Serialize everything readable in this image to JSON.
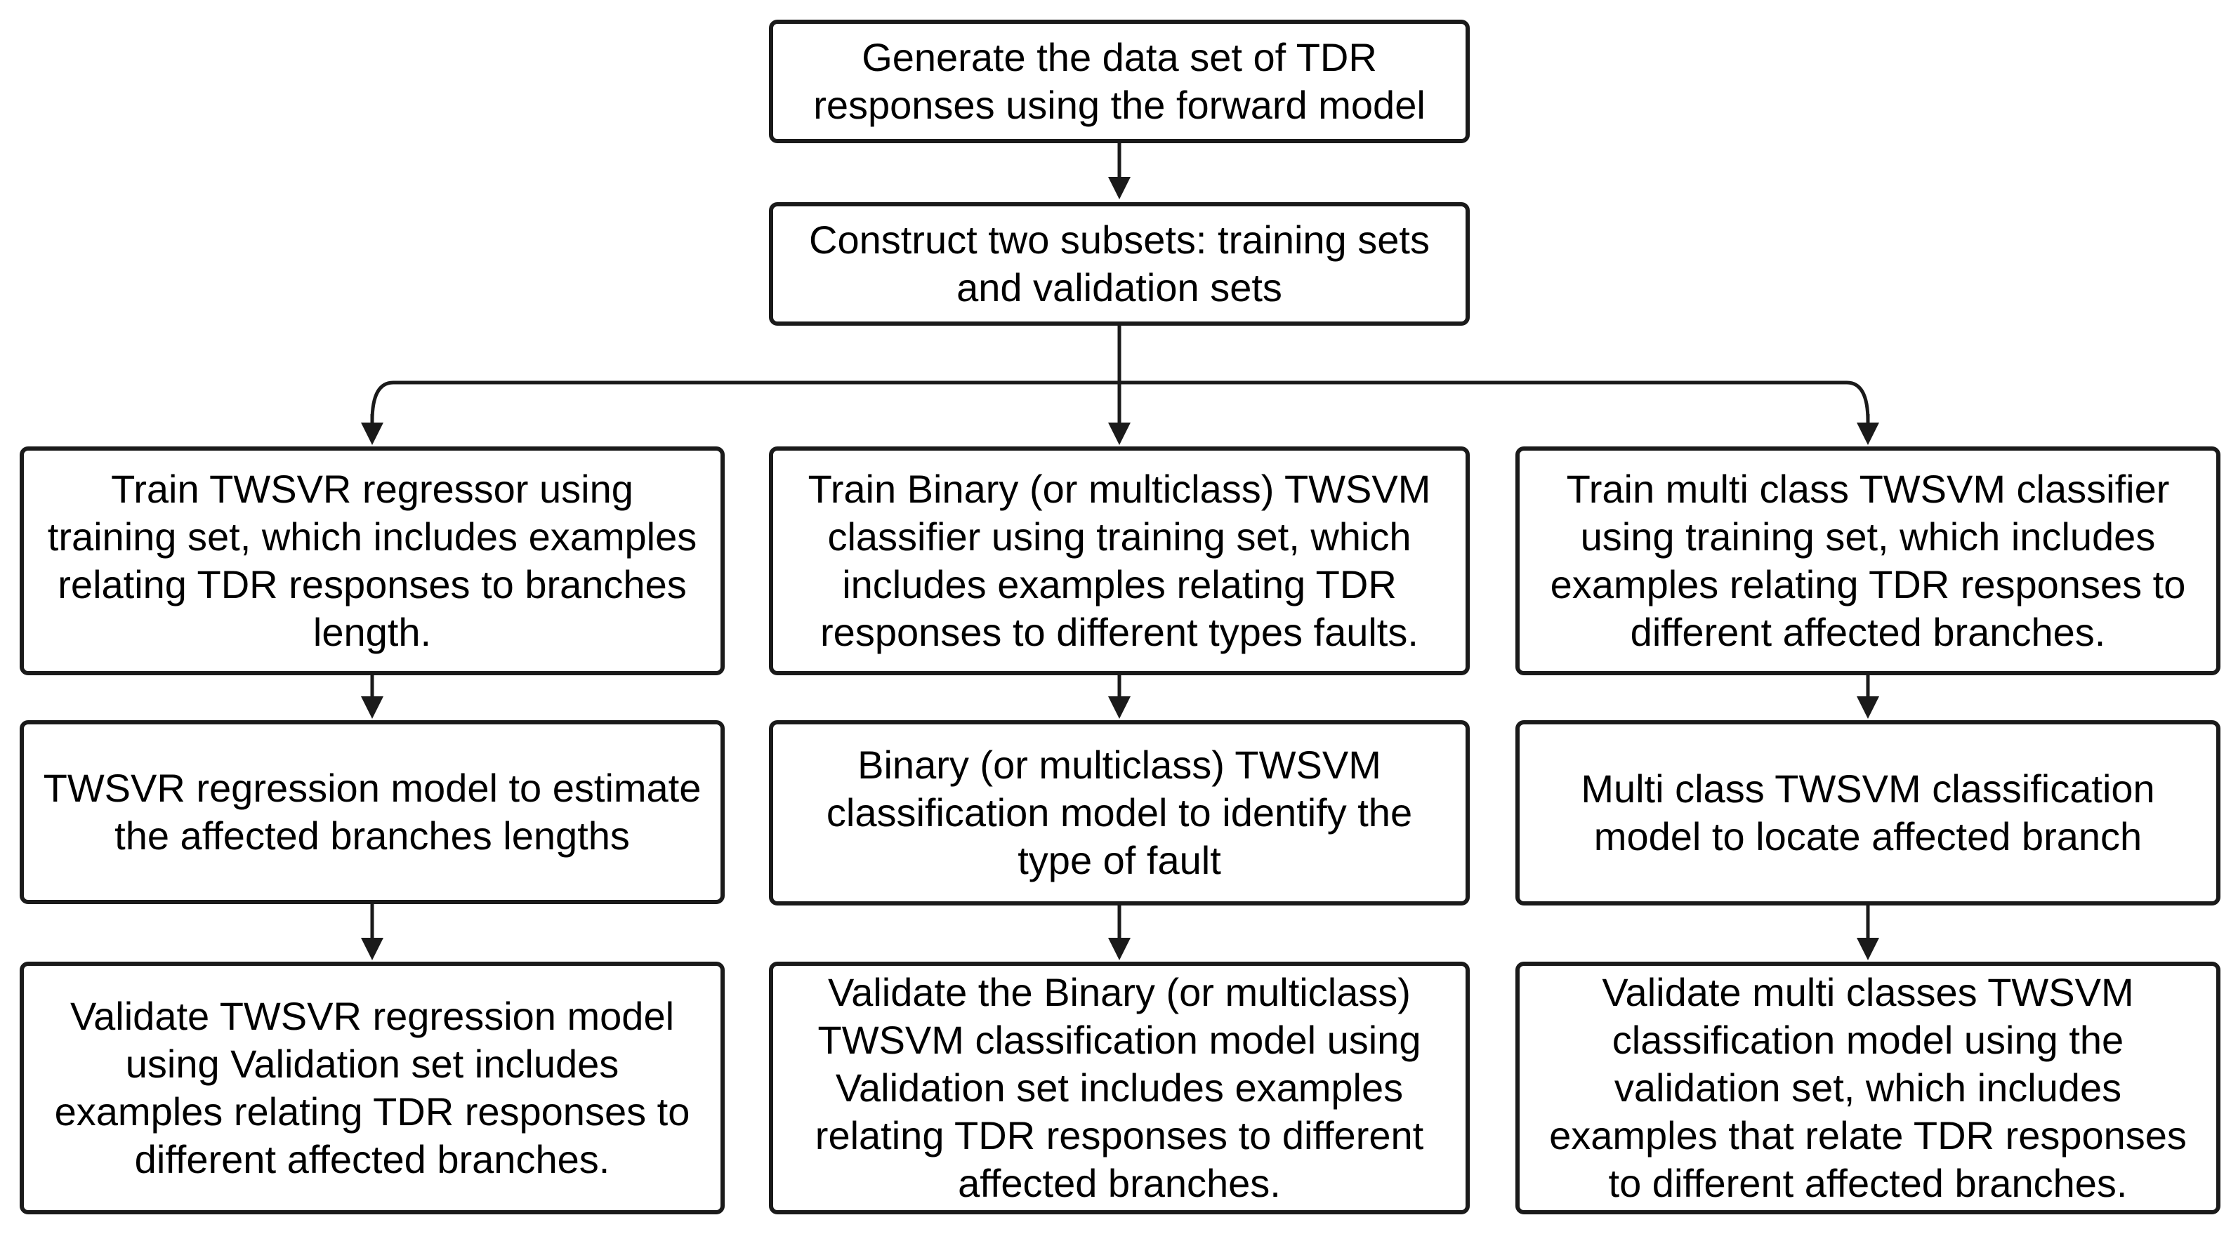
{
  "flowchart": {
    "top": {
      "generate": "Generate the data set of TDR\nresponses using the forward model",
      "construct": "Construct two subsets: training sets\nand validation sets"
    },
    "left": {
      "train": "Train TWSVR regressor using\ntraining set, which includes examples\nrelating TDR responses to branches\nlength.",
      "model": "TWSVR regression model to estimate\nthe affected branches lengths",
      "validate": "Validate TWSVR regression model\nusing Validation set  includes\nexamples relating TDR responses to\ndifferent affected branches."
    },
    "middle": {
      "train": "Train Binary (or multiclass) TWSVM\nclassifier  using training set, which\nincludes examples relating TDR\nresponses to different types faults.",
      "model": "Binary (or multiclass) TWSVM\nclassification model to identify the\ntype of fault",
      "validate": "Validate the Binary (or multiclass)\nTWSVM classification model using\nValidation set  includes examples\nrelating TDR responses to different\naffected branches."
    },
    "right": {
      "train": "Train multi class TWSVM classifier\nusing training set, which includes\nexamples relating TDR responses to\ndifferent affected branches.",
      "model": "Multi class TWSVM classification\nmodel to locate affected branch",
      "validate": "Validate multi classes TWSVM\nclassification model using the\nvalidation set, which includes\nexamples that relate TDR responses\nto different affected branches."
    }
  }
}
